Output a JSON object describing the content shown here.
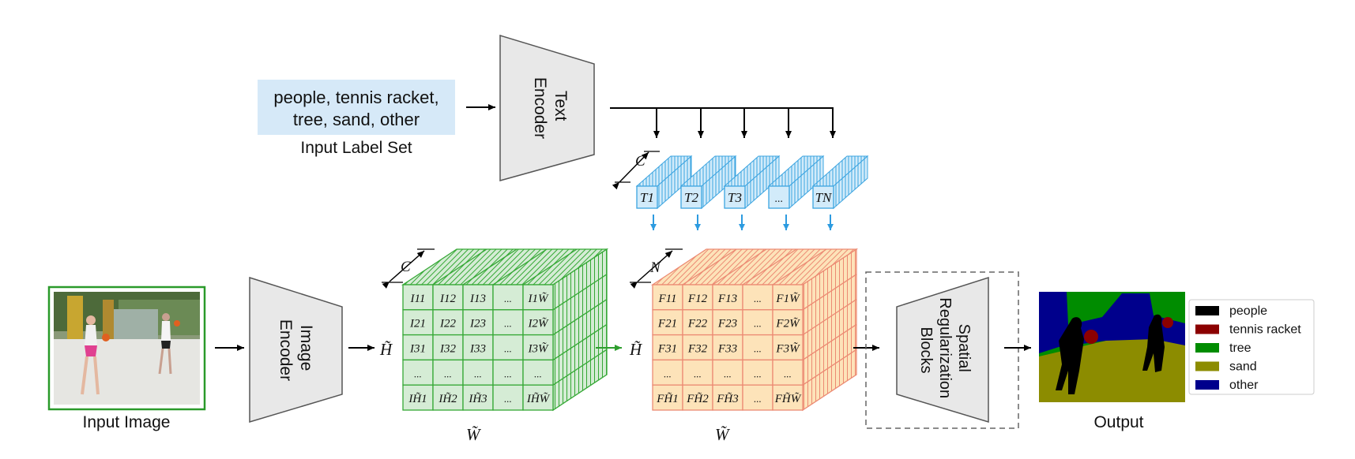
{
  "label_box": {
    "line1": "people, tennis racket,",
    "line2": "tree, sand, other",
    "caption": "Input Label Set"
  },
  "text_encoder": {
    "line1": "Text",
    "line2": "Encoder"
  },
  "image_encoder": {
    "line1": "Image",
    "line2": "Encoder"
  },
  "spatial_block": {
    "line1": "Spatial",
    "line2": "Regularization",
    "line3": "Blocks"
  },
  "input_image_caption": "Input Image",
  "output_caption": "Output",
  "text_tokens": [
    "T1",
    "T2",
    "T3",
    "...",
    "TN"
  ],
  "dims": {
    "channel": "C",
    "classes": "N",
    "height": "H̃",
    "width": "W̃"
  },
  "image_features": [
    [
      "I11",
      "I12",
      "I13",
      "...",
      "I1W̃"
    ],
    [
      "I21",
      "I22",
      "I23",
      "...",
      "I2W̃"
    ],
    [
      "I31",
      "I32",
      "I33",
      "...",
      "I3W̃"
    ],
    [
      "...",
      "...",
      "...",
      "...",
      "..."
    ],
    [
      "IH̃1",
      "IH̃2",
      "IH̃3",
      "...",
      "IH̃W̃"
    ]
  ],
  "fused_features": [
    [
      "F11",
      "F12",
      "F13",
      "...",
      "F1W̃"
    ],
    [
      "F21",
      "F22",
      "F23",
      "...",
      "F2W̃"
    ],
    [
      "F31",
      "F32",
      "F33",
      "...",
      "F3W̃"
    ],
    [
      "...",
      "...",
      "...",
      "...",
      "..."
    ],
    [
      "FH̃1",
      "FH̃2",
      "FH̃3",
      "...",
      "FH̃W̃"
    ]
  ],
  "legend": [
    {
      "label": "people",
      "color": "#000000"
    },
    {
      "label": "tennis racket",
      "color": "#8b0000"
    },
    {
      "label": "tree",
      "color": "#008c00"
    },
    {
      "label": "sand",
      "color": "#8c8c00"
    },
    {
      "label": "other",
      "color": "#00008c"
    }
  ],
  "colors": {
    "label_bg": "#d6e9f8",
    "encoder_fill": "#e8e8e8",
    "token_blue": "#3ba4e0",
    "token_fill": "#d2ebfa",
    "green": "#35a835",
    "green_fill": "#d5ecd5",
    "orange": "#ec8a73",
    "orange_fill": "#fde3b9",
    "photo_border": "#2a9a2a"
  }
}
